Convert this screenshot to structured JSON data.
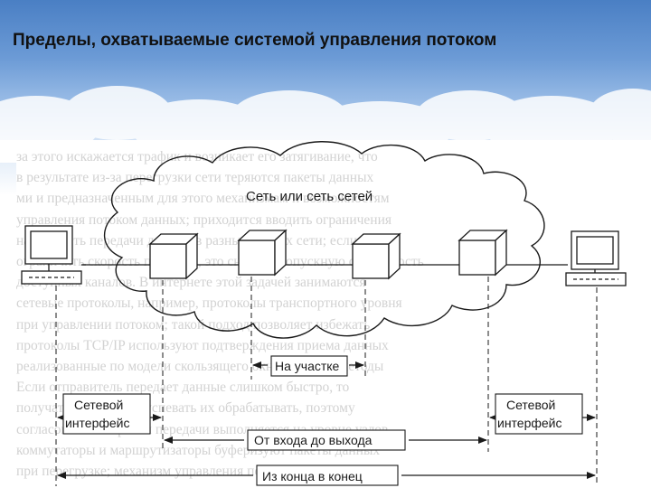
{
  "slide": {
    "title": "Пределы, охватываемые системой управления потоком"
  },
  "diagram": {
    "network_label": "Сеть или сеть сетей",
    "local_label": "На участке",
    "left_interface_label_line1": "Сетевой",
    "left_interface_label_line2": "интерфейс",
    "right_interface_label_line1": "Сетевой",
    "right_interface_label_line2": "интерфейс",
    "entry_exit_label": "От входа до выхода",
    "end_to_end_label": "Из конца в конец"
  },
  "background_text": {
    "lines": [
      "за этого искажается трафик и возникает его затягивание, что",
      "в результате из-за перегрузки сети теряются пакеты данных",
      "ми и предназначенным для этого механизмам и возможностям",
      "управления потоком данных; приходится вводить ограничения",
      "на скорость передачи данных в разных местах сети; если",
      "ограничить скорость передачи, это снизит пропускную способность",
      "доступных каналов. В интернете этой задачей занимаются",
      "сетевые протоколы, например, протоколы транспортного уровня",
      "при управлении потоком; такой подход позволяет избежать",
      "протоколы TCP/IP используют подтверждения приема данных",
      "реализованные по модели скользящего окна и прочие методы",
      "Если отправитель передает данные слишком быстро, то",
      "получатель может не успевать их обрабатывать, поэтому",
      "согласование скорости передачи выполняется на уровне узлов",
      "коммутаторы и маршрутизаторы буферизуют пакеты данных",
      "при перегрузке; механизм управления потоком в сети"
    ]
  }
}
